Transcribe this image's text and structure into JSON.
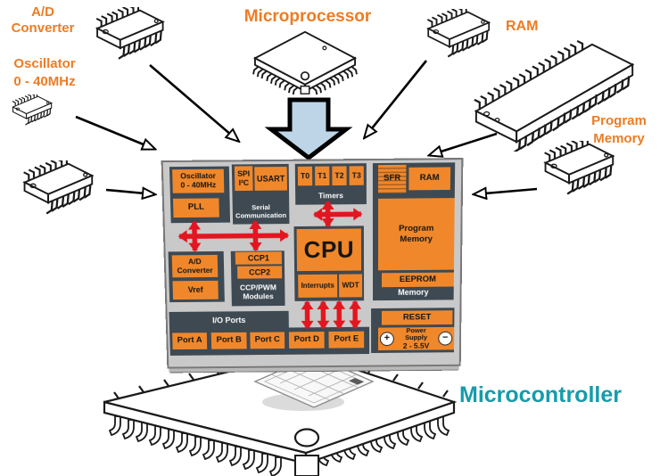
{
  "title": "Microcontroller vs separate chips diagram",
  "colors": {
    "orange_block": "#F0882B",
    "orange_text": "#ED7C24",
    "panel_dark": "#3E4952",
    "board_gray": "#C9C9C9",
    "arrow_red": "#E3151F",
    "arrow_blue_fill": "#BDD5E7",
    "teal_text": "#149CAC"
  },
  "external": {
    "ad_label": [
      "A/D",
      "Converter"
    ],
    "osc_label": [
      "Oscillator",
      "0 - 40MHz"
    ],
    "micro_label": "Microprocessor",
    "ram_label": "RAM",
    "progmem_label": [
      "Program",
      "Memory"
    ],
    "mcu_label": "Microcontroller"
  },
  "board": {
    "oscillator": [
      "Oscillator",
      "0 - 40MHz"
    ],
    "pll": "PLL",
    "spi": [
      "SPI",
      "I²C"
    ],
    "usart": "USART",
    "timers": {
      "items": [
        "T0",
        "T1",
        "T2",
        "T3"
      ],
      "label": "Timers"
    },
    "serial": [
      "Serial",
      "Communication"
    ],
    "sfr": "SFR",
    "ram": "RAM",
    "program_memory": [
      "Program",
      "Memory"
    ],
    "eeprom": "EEPROM",
    "memory_label": "Memory",
    "adc": [
      "A/D",
      "Converter"
    ],
    "vref": "Vref",
    "ccp1": "CCP1",
    "ccp2": "CCP2",
    "ccp_label": [
      "CCP/PWM",
      "Modules"
    ],
    "cpu": "CPU",
    "interrupts": "Interrupts",
    "wdt": "WDT",
    "io_ports": "I/O Ports",
    "ports": [
      "Port A",
      "Port B",
      "Port C",
      "Port D",
      "Port E"
    ],
    "reset": "RESET",
    "power": {
      "line1": "Power Supply",
      "line2": "2 - 5.5V",
      "plus": "+",
      "minus": "−"
    }
  }
}
